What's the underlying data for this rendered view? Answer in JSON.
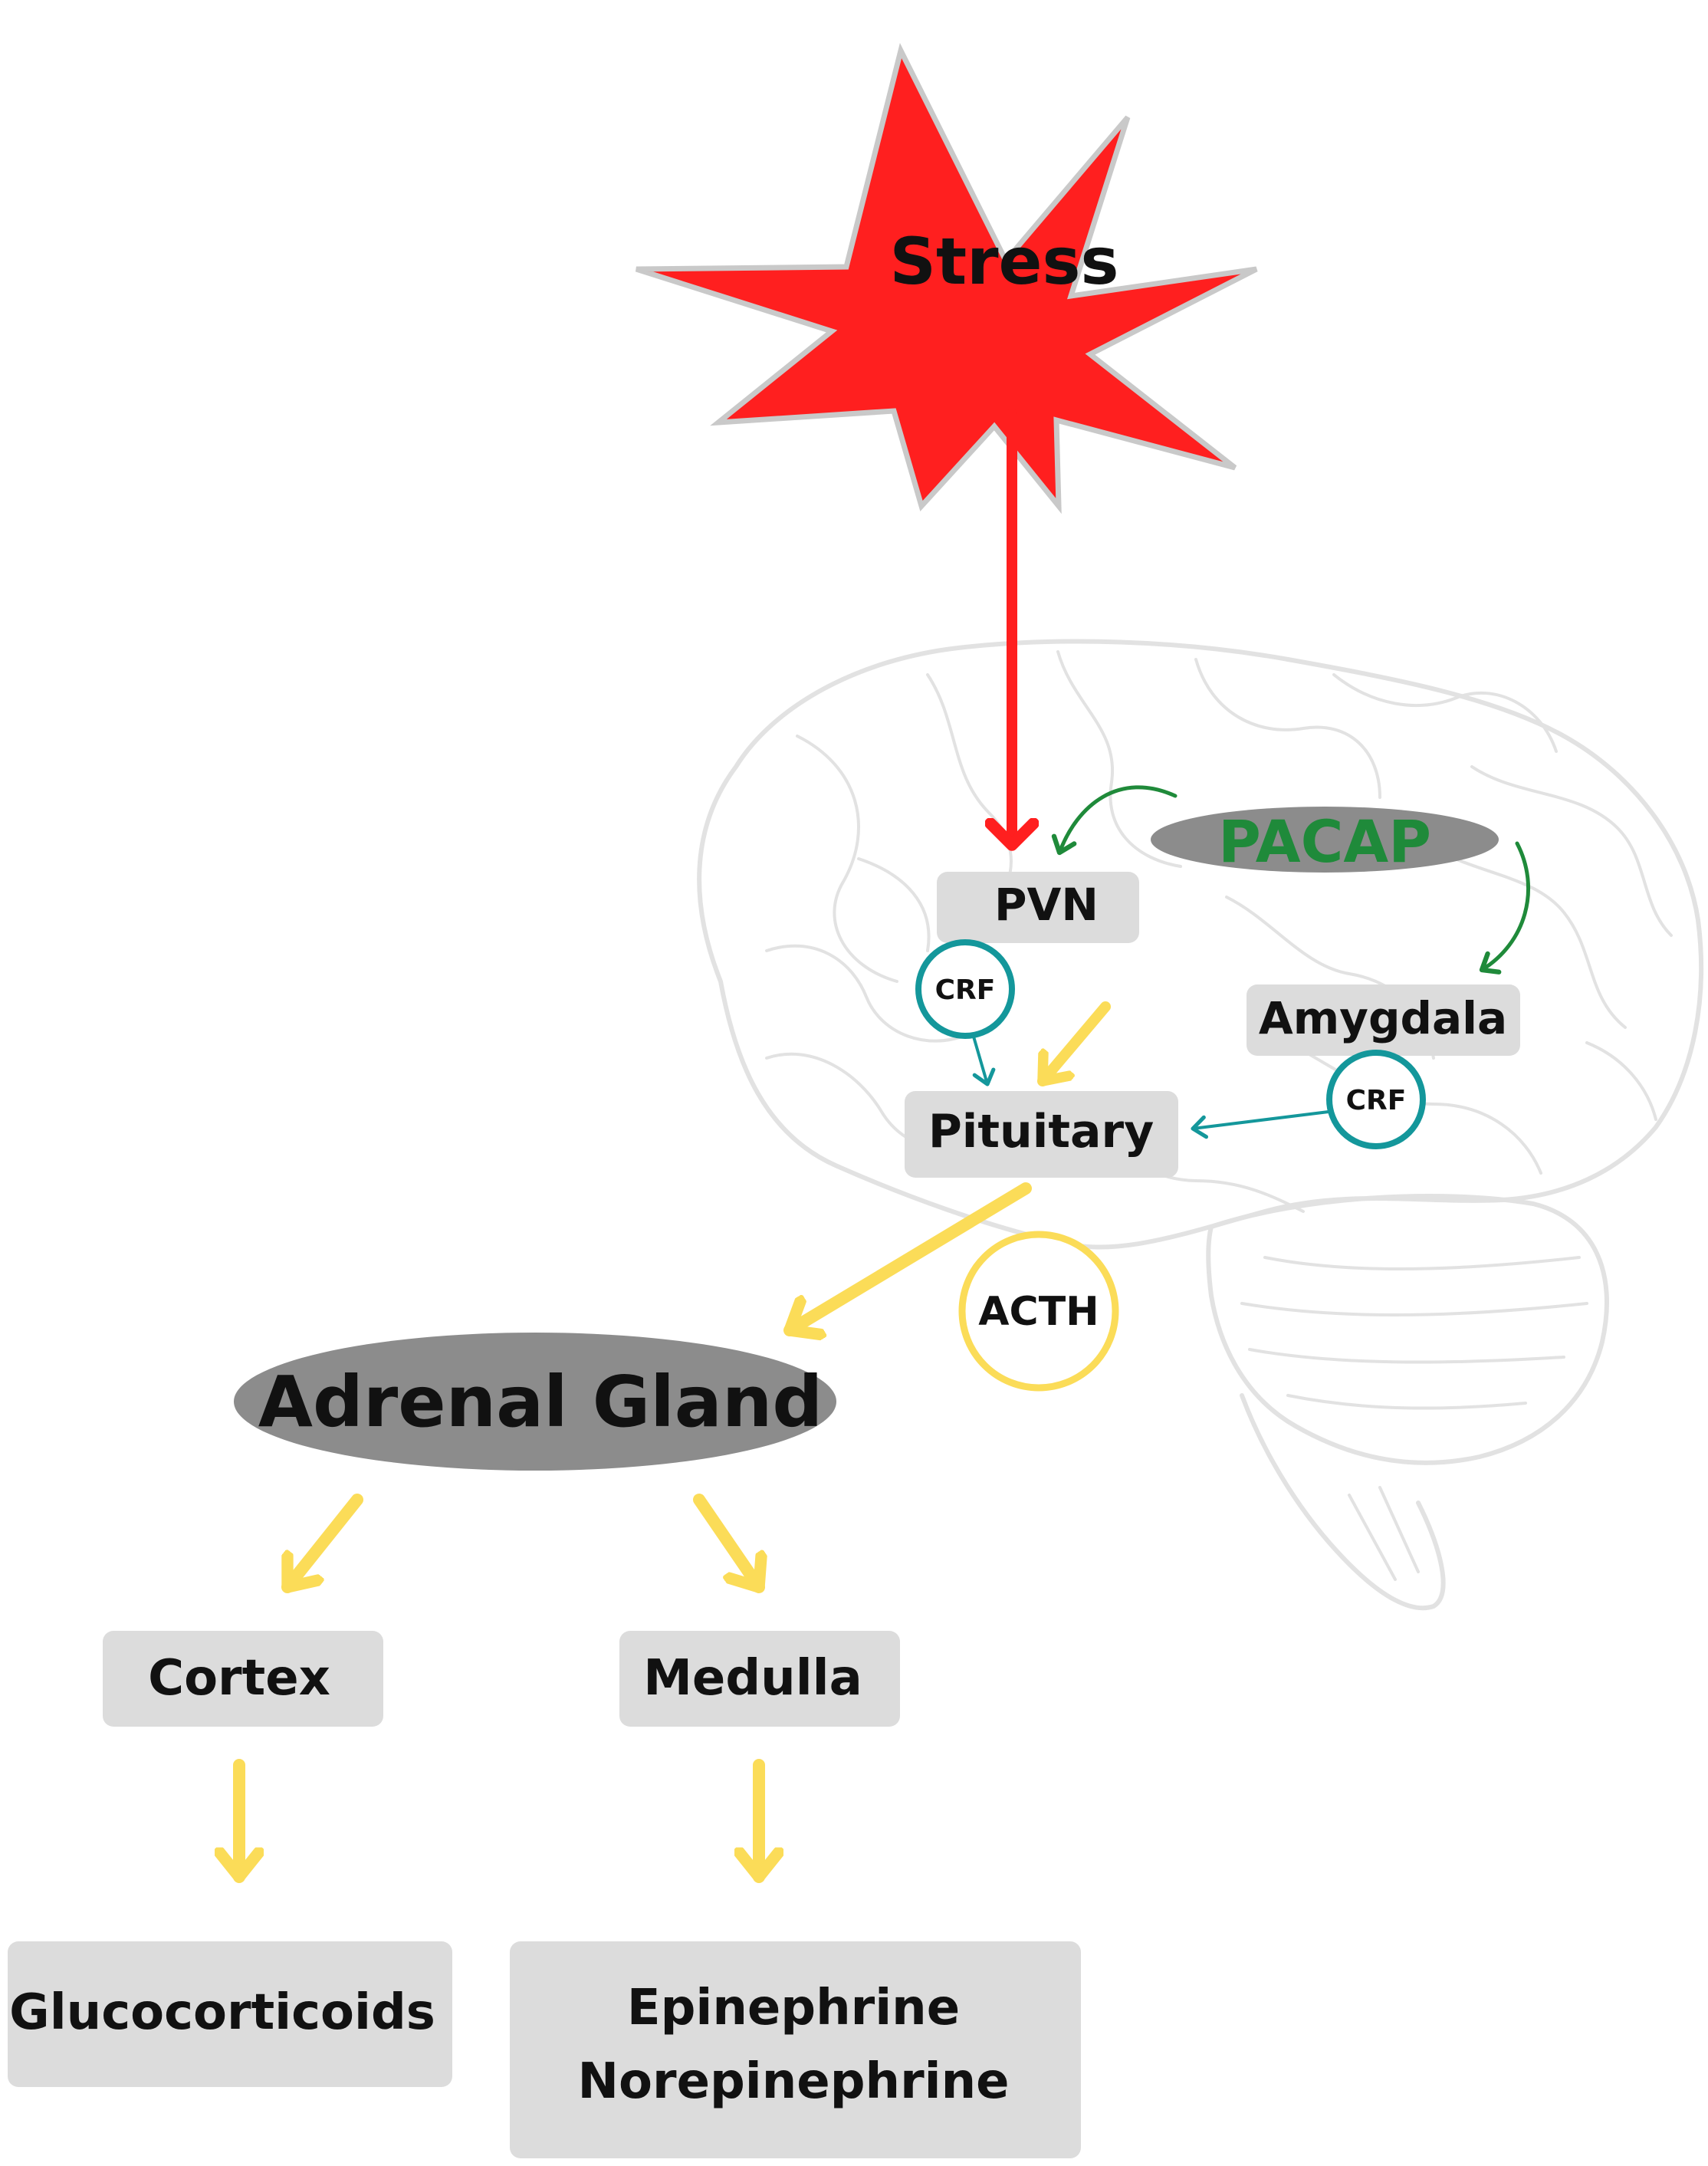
{
  "stress": {
    "label": "Stress"
  },
  "pvn": {
    "label": "PVN"
  },
  "pacap": {
    "label": "PACAP"
  },
  "amygdala": {
    "label": "Amygdala"
  },
  "pituitary": {
    "label": "Pituitary"
  },
  "crf_pvn": {
    "label": "CRF"
  },
  "crf_amygdala": {
    "label": "CRF"
  },
  "acth": {
    "label": "ACTH"
  },
  "adrenal_gland": {
    "label": "Adrenal Gland"
  },
  "cortex": {
    "label": "Cortex"
  },
  "medulla": {
    "label": "Medulla"
  },
  "glucocorticoids": {
    "label": "Glucocorticoids"
  },
  "catecholamines": {
    "line1": "Epinephrine",
    "line2": "Norepinephrine"
  },
  "colors": {
    "stress_red": "#ff1f1f",
    "pacap_green": "#1f8a3a",
    "crf_teal": "#14979b",
    "acth_yellow": "#fbdc58",
    "box_gray": "#dcdcdc",
    "oval_gray": "#8c8c8c",
    "brain_outline": "#e3e3e3"
  }
}
